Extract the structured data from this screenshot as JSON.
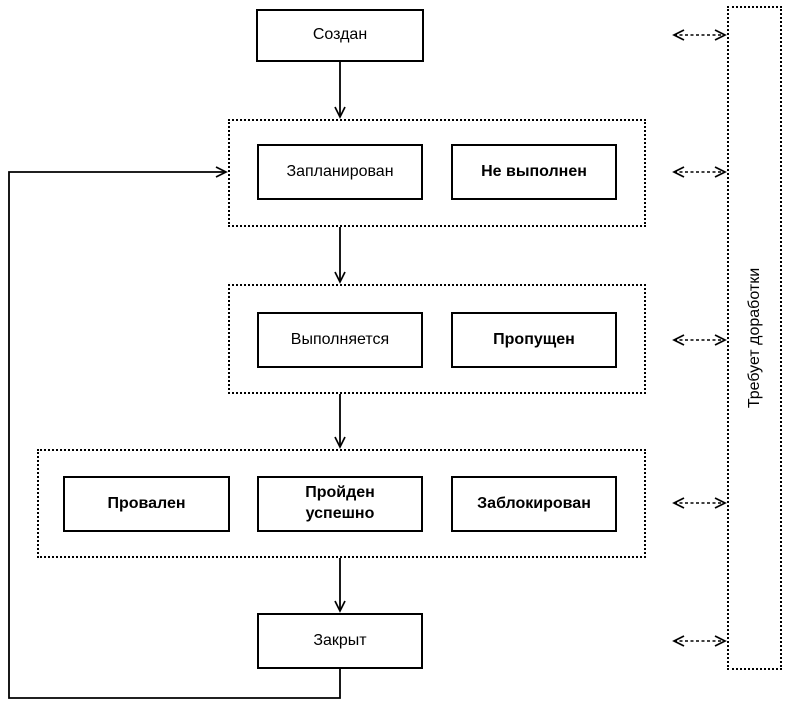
{
  "diagram": {
    "type": "state-flow",
    "nodes": {
      "created": "Создан",
      "planned": "Запланирован",
      "not_executed": "Не выполнен",
      "in_progress": "Выполняется",
      "skipped": "Пропущен",
      "failed": "Провален",
      "passed": "Пройден\nуспешно",
      "blocked": "Заблокирован",
      "closed": "Закрыт"
    },
    "side_panel": {
      "label": "Требует доработки"
    },
    "colors": {
      "line": "#000000",
      "background": "#ffffff",
      "node_fill": "#ffffff"
    }
  }
}
